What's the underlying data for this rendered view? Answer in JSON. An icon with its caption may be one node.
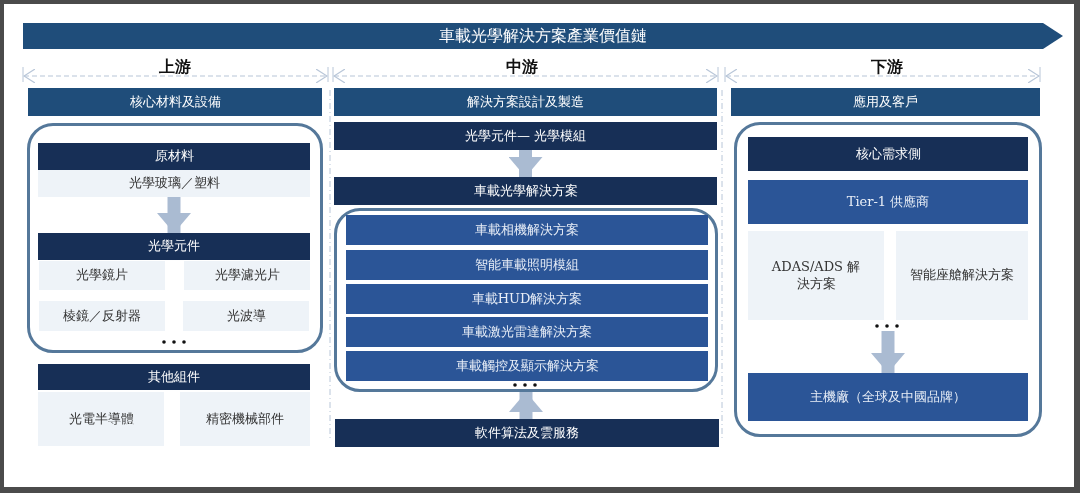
{
  "diagram": {
    "nodes": [
      {
        "text": [
          "車載光學解決方案產業價值鏈"
        ]
      },
      {
        "text": [
          "核心材料及設備"
        ]
      },
      {
        "text": [],
        "shape": "box"
      },
      {
        "text": [
          "原材料"
        ],
        "in": 2
      },
      {
        "text": [
          "光學玻璃／塑料"
        ],
        "in": 2
      },
      {
        "text": [
          "光學元件"
        ],
        "in": 2
      },
      {
        "text": [
          "光學鏡片"
        ],
        "in": 2
      },
      {
        "text": [
          "光學濾光片"
        ],
        "in": 2
      },
      {
        "text": [
          "棱鏡／反射器"
        ],
        "in": 2
      },
      {
        "text": [
          "光波導"
        ],
        "in": 2
      },
      {
        "text": [
          "其他組件"
        ]
      },
      {
        "text": [
          "光電半導體"
        ]
      },
      {
        "text": [
          "精密機械部件"
        ]
      },
      {
        "text": [
          "解決方案設計及製造"
        ]
      },
      {
        "text": [
          "光學元件— 光學模組"
        ]
      },
      {
        "text": [
          "車載光學解決方案"
        ]
      },
      {
        "text": [],
        "shape": "box"
      },
      {
        "text": [
          "車載相機解決方案"
        ],
        "in": 16
      },
      {
        "text": [
          "智能車載照明模組"
        ],
        "in": 16
      },
      {
        "text": [
          "車載HUD解決方案"
        ],
        "in": 16
      },
      {
        "text": [
          "車載激光雷達解決方案"
        ],
        "in": 16
      },
      {
        "text": [
          "車載觸控及顯示解決方案"
        ],
        "in": 16
      },
      {
        "text": [
          "軟件算法及雲服務"
        ]
      },
      {
        "text": [
          "應用及客戶"
        ]
      },
      {
        "text": [],
        "shape": "box"
      },
      {
        "text": [
          "核心需求側"
        ],
        "in": 24
      },
      {
        "text": [
          "Tier-1 供應商"
        ],
        "in": 24
      },
      {
        "text": [
          "ADAS/ADS 解決方案"
        ],
        "in": 24
      },
      {
        "text": [
          "智能座艙解決方案"
        ],
        "in": 24
      },
      {
        "text": [
          "主機廠（全球及中國品牌）"
        ],
        "in": 24
      }
    ],
    "edges": [
      {
        "from": 4,
        "to": 5,
        "arrow": "to"
      },
      {
        "from": 14,
        "to": 15,
        "arrow": "to"
      },
      {
        "from": 22,
        "to": 16,
        "arrow": "to"
      },
      {
        "from": 28,
        "to": 29,
        "arrow": "to"
      }
    ],
    "labels": [
      "上游",
      "中游",
      "下游"
    ]
  }
}
